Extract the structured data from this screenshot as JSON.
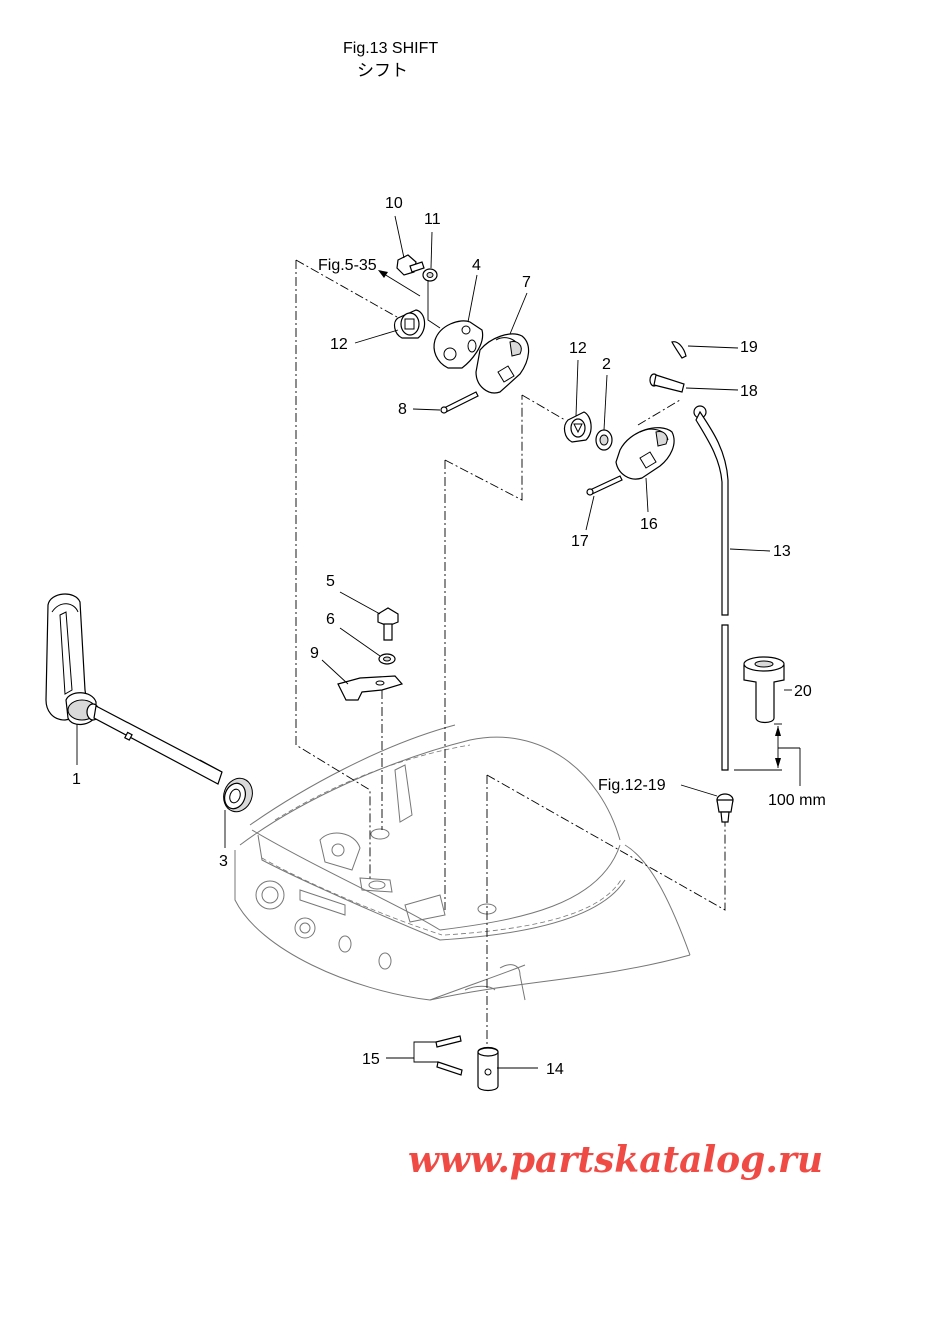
{
  "figure": {
    "title": "Fig.13  SHIFT",
    "subtitle_jp": "シフト"
  },
  "callouts": {
    "p1": "1",
    "p2": "2",
    "p3": "3",
    "p4": "4",
    "p5": "5",
    "p6": "6",
    "p7": "7",
    "p8": "8",
    "p9": "9",
    "p10": "10",
    "p11": "11",
    "p12a": "12",
    "p12b": "12",
    "p13": "13",
    "p14": "14",
    "p15": "15",
    "p16": "16",
    "p17": "17",
    "p18": "18",
    "p19": "19",
    "p20": "20"
  },
  "references": {
    "fig5_35": "Fig.5-35",
    "fig12_19": "Fig.12-19"
  },
  "dimension": {
    "length": "100 mm"
  },
  "watermark": {
    "text": "www.partskatalog.ru",
    "color": "#f04a45"
  }
}
